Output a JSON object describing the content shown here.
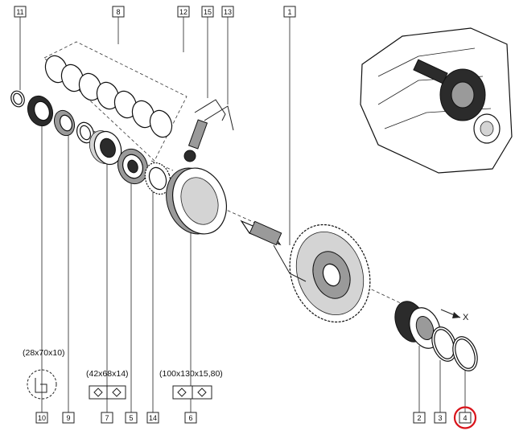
{
  "callouts": [
    {
      "id": "c11",
      "label": "11"
    },
    {
      "id": "c8",
      "label": "8"
    },
    {
      "id": "c12",
      "label": "12"
    },
    {
      "id": "c15",
      "label": "15"
    },
    {
      "id": "c13",
      "label": "13"
    },
    {
      "id": "c1",
      "label": "1"
    },
    {
      "id": "c10",
      "label": "10"
    },
    {
      "id": "c9",
      "label": "9"
    },
    {
      "id": "c7",
      "label": "7"
    },
    {
      "id": "c5",
      "label": "5"
    },
    {
      "id": "c14",
      "label": "14"
    },
    {
      "id": "c6",
      "label": "6"
    },
    {
      "id": "c2",
      "label": "2"
    },
    {
      "id": "c3",
      "label": "3"
    },
    {
      "id": "c4",
      "label": "4"
    }
  ],
  "dimensions": {
    "seal": "(28x70x10)",
    "bearing_small": "(42x68x14)",
    "bearing_large": "(100x130x15,80)"
  },
  "axis_label": "X",
  "highlight": {
    "callout": "4",
    "color": "#d9141b"
  },
  "colors": {
    "line": "#222222",
    "part_fill": "#ffffff",
    "dark_fill": "#2b2b2b"
  }
}
